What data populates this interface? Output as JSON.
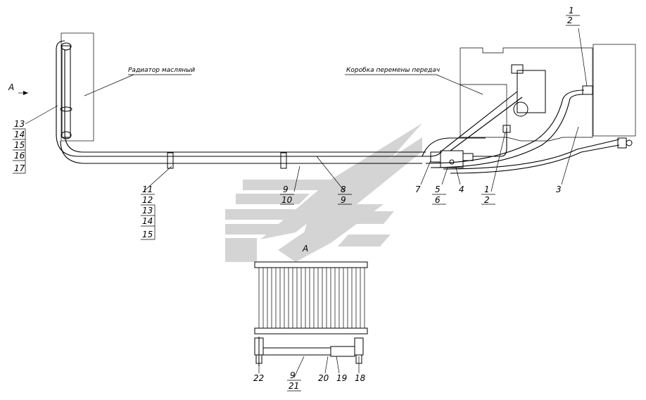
{
  "view_marker": "A",
  "callouts": {
    "oil_radiator": "Радиатор масляный",
    "gearbox": "Коробка перемены передач"
  },
  "labels": {
    "l13a": "13",
    "l14a": "14",
    "l15a": "15",
    "l16": "16",
    "l17": "17",
    "l11": "11",
    "l12": "12",
    "l13b": "13",
    "l14b": "14",
    "l15b": "15",
    "l9a": "9",
    "l10": "10",
    "l8": "8",
    "l9b": "9",
    "l7": "7",
    "l5": "5",
    "l6": "6",
    "l4": "4",
    "l1a": "1",
    "l2a": "2",
    "l1b": "1",
    "l2b": "2",
    "l3": "3",
    "l22": "22",
    "l9c": "9",
    "l21": "21",
    "l20": "20",
    "l19": "19",
    "l18": "18"
  }
}
